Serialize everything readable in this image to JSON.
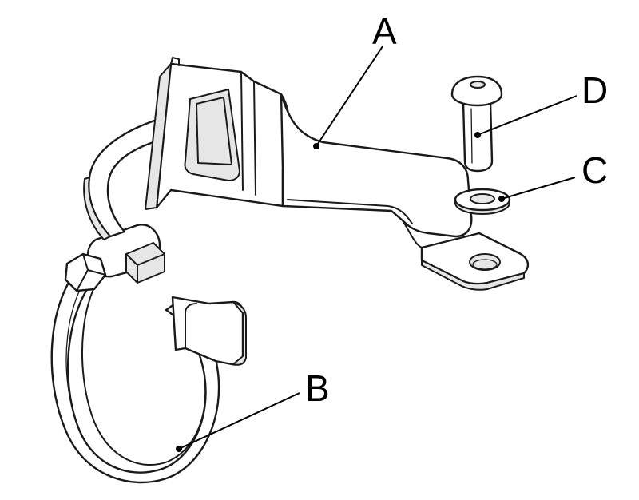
{
  "diagram": {
    "callouts": {
      "a": "A",
      "b": "B",
      "c": "C",
      "d": "D"
    },
    "parts": [
      {
        "id": "A",
        "icon": "mounting-bracket-icon"
      },
      {
        "id": "B",
        "icon": "hose-clamp-icon"
      },
      {
        "id": "C",
        "icon": "washer-icon"
      },
      {
        "id": "D",
        "icon": "button-head-bolt-icon"
      }
    ],
    "colors": {
      "line": "#1a1a1a",
      "fill": "#ffffff",
      "shade": "#e6e6e6"
    }
  }
}
